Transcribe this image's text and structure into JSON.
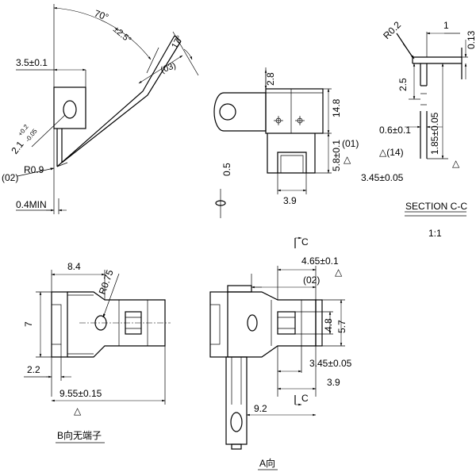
{
  "view_top_left": {
    "angle_main": "70°",
    "angle_tol": "±2.5°",
    "angle_small": "17°",
    "ref_03": "(03)",
    "width_top": "3.5±0.1",
    "hole_dim": "2.1",
    "hole_tol_plus": "+0.2",
    "hole_tol_minus": "-0.05",
    "ref_02": "(02)",
    "radius": "R0.9",
    "min_len": "0.4MIN"
  },
  "view_top_mid": {
    "dim_28": "2.8",
    "dim_148": "14.8",
    "dim_58": "5.8±0.1",
    "ref_01": "(01)",
    "delta": "△",
    "dim_05": "0.5",
    "dim_39": "3.9"
  },
  "section_cc": {
    "radius": "R0.2",
    "dim_1": "1",
    "dim_013": "0.13",
    "dim_25": "2.5",
    "dim_06": "0.6±0.1",
    "delta_14": "△(14)",
    "dim_185": "1.85±0.05",
    "dim_345": "3.45±0.05",
    "delta": "△",
    "title": "SECTION C-C",
    "scale": "1:1"
  },
  "view_b": {
    "dim_84": "8.4",
    "radius": "R0.75",
    "dim_7": "7",
    "dim_22": "2.2",
    "dim_955": "9.55±0.15",
    "delta": "△",
    "title": "B向无端子"
  },
  "view_a": {
    "section_top": "C",
    "dim_465": "4.65±0.1",
    "ref_02": "(02)",
    "delta": "△",
    "dim_48": "4.8",
    "dim_57": "5.7",
    "dim_345": "3.45±0.05",
    "dim_39": "3.9",
    "dim_92": "9.2",
    "section_bottom": "C",
    "title": "A向"
  }
}
